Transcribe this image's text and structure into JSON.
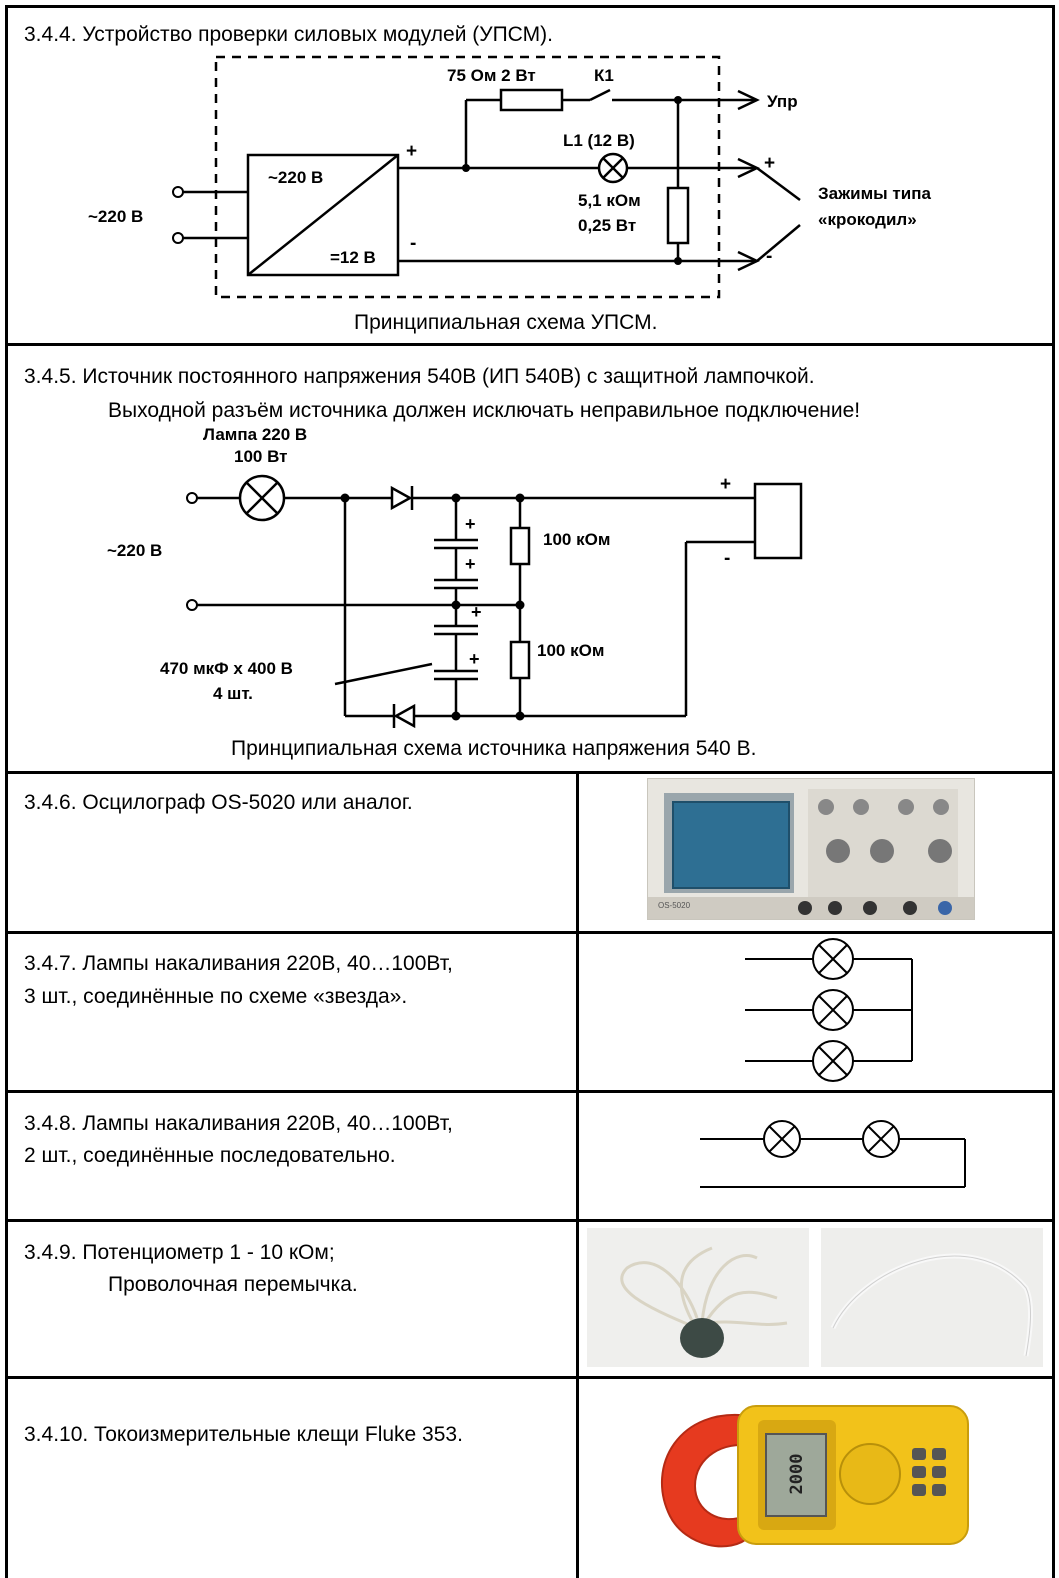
{
  "s344": {
    "title": "3.4.4.  Устройство проверки силовых модулей (УПСМ).",
    "caption": "Принципиальная схема УПСМ.",
    "labels": {
      "mains": "~220 В",
      "conv_in": "~220 В",
      "conv_out": "=12 В",
      "plus": "+",
      "minus": "-",
      "resistor_75": "75 Ом 2 Вт",
      "switch_k1": "К1",
      "upr": "Упр",
      "lamp_l1": "L1 (12 В)",
      "res_5k1_a": "5,1 кОм",
      "res_5k1_b": "0,25 Вт",
      "clamps_a": "Зажимы типа",
      "clamps_b": "«крокодил»",
      "out_plus": "+",
      "out_minus": "-"
    }
  },
  "s345": {
    "title": "3.4.5.  Источник постоянного напряжения 540В (ИП 540В) с защитной лампочкой.",
    "title2": "Выходной разъём источника должен исключать неправильное подключение!",
    "caption": "Принципиальная схема источника напряжения 540 В.",
    "labels": {
      "lamp_a": "Лампа 220 В",
      "lamp_b": "100 Вт",
      "mains": "~220 В",
      "r1": "100 кОм",
      "r2": "100 кОм",
      "cap_a": "470 мкФ х 400 В",
      "cap_b": "4 шт.",
      "plus": "+",
      "minus": "-",
      "cplus": "+"
    }
  },
  "s346": {
    "text": "3.4.6.  Осцилограф OS-5020 или аналог.",
    "photo_label": "OS-5020"
  },
  "s347": {
    "text1": "3.4.7.  Лампы накаливания 220В, 40…100Вт,",
    "text2": "3 шт., соединённые по схеме «звезда»."
  },
  "s348": {
    "text1": "3.4.8.  Лампы накаливания 220В, 40…100Вт,",
    "text2": "2 шт., соединённые последовательно."
  },
  "s349": {
    "text1": "3.4.9.  Потенциометр 1 - 10 кОм;",
    "text2": "Проволочная перемычка."
  },
  "s3410": {
    "text": "3.4.10. Токоизмерительные клещи Fluke 353.",
    "display": "2000"
  },
  "colors": {
    "clamp_red": "#e63a1f",
    "meter_yellow": "#f2c21a",
    "scope_screen": "#2e6f93"
  }
}
